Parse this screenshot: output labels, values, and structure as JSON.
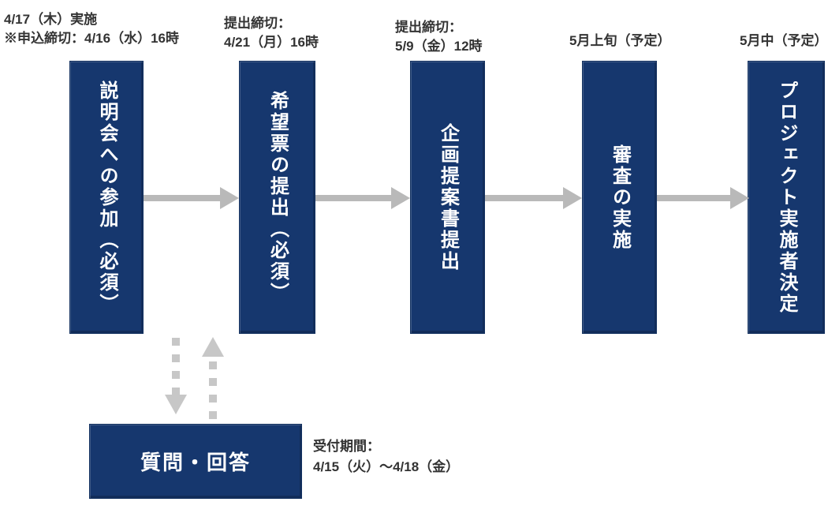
{
  "colors": {
    "box_fill": "#16376E",
    "box_text": "#ffffff",
    "arrow_gray": "#b9b9b9",
    "dotted_arrow_gray": "#c7c7c7",
    "note_text": "#333333"
  },
  "steps": [
    {
      "label": "説明会への参加（必須）",
      "note_lines": [
        "4/17（木）実施",
        "※申込締切：4/16（水）16時"
      ]
    },
    {
      "label": "希望票の提出（必須）",
      "note_lines": [
        "提出締切：",
        "4/21（月）16時"
      ]
    },
    {
      "label": "企画提案書提出",
      "note_lines": [
        "提出締切：",
        "5/9（金）12時"
      ]
    },
    {
      "label": "審査の実施",
      "note_lines": [
        "5月上旬（予定）"
      ]
    },
    {
      "label": "プロジェクト実施者決定",
      "note_lines": [
        "5月中（予定）"
      ]
    }
  ],
  "qa": {
    "label": "質問・回答",
    "note_lines": [
      "受付期間：",
      "4/15（火）～4/18（金）"
    ]
  }
}
